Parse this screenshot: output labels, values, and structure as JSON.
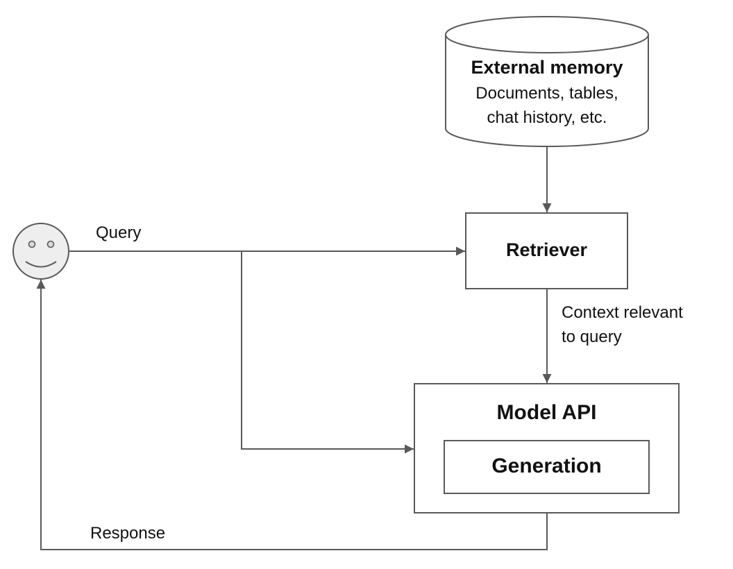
{
  "diagram": {
    "nodes": {
      "user": {
        "icon": "smiley-face-icon"
      },
      "memory": {
        "title": "External memory",
        "line1": "Documents, tables,",
        "line2": "chat history, etc."
      },
      "retriever": {
        "title": "Retriever"
      },
      "model_api": {
        "title": "Model API"
      },
      "generation": {
        "title": "Generation"
      }
    },
    "edges": {
      "query": "Query",
      "context": {
        "line1": "Context relevant",
        "line2": "to query"
      },
      "response": "Response"
    },
    "colors": {
      "stroke": "#595959",
      "face_fill": "#eeeeee",
      "text": "#111111"
    }
  }
}
